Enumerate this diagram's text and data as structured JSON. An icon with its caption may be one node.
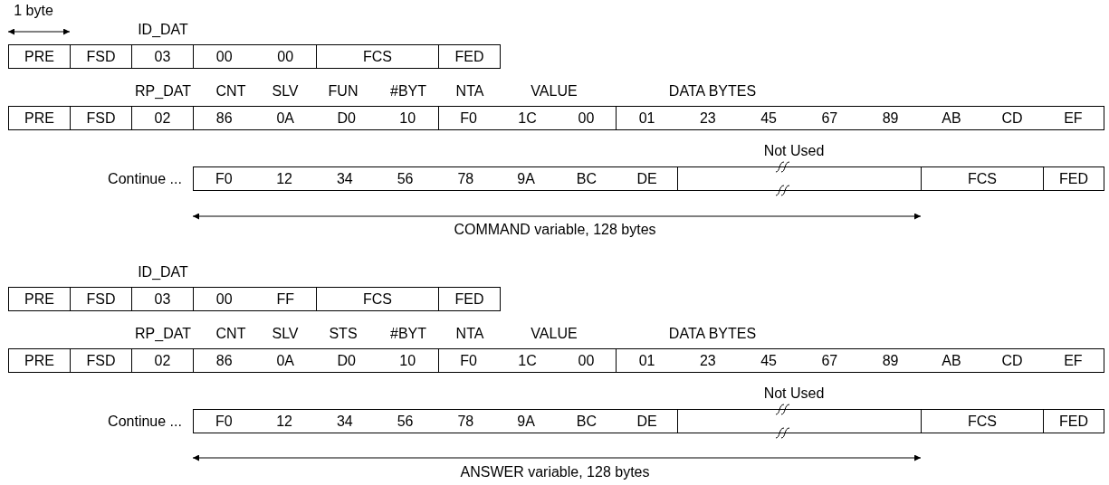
{
  "diagram": {
    "nodes": [
      {
        "text": [
          "PRE"
        ]
      },
      {
        "text": [
          "FSD"
        ]
      },
      {
        "text": [
          "03"
        ]
      },
      {
        "text": [
          "00",
          "00"
        ]
      },
      {
        "text": [
          "FCS"
        ]
      },
      {
        "text": [
          "FED"
        ]
      },
      {
        "text": [
          "PRE"
        ]
      },
      {
        "text": [
          "FSD"
        ]
      },
      {
        "text": [
          "02"
        ]
      },
      {
        "text": [
          "86",
          "0A",
          "D0",
          "10"
        ]
      },
      {
        "text": [
          "F0",
          "1C",
          "00"
        ]
      },
      {
        "text": [
          "01",
          "23",
          "45",
          "67",
          "89",
          "AB",
          "CD",
          "EF"
        ]
      },
      {
        "text": [
          "F0",
          "12",
          "34",
          "56",
          "78",
          "9A",
          "BC",
          "DE"
        ]
      },
      {
        "text": [],
        "shape": "box"
      },
      {
        "text": [
          "FCS"
        ]
      },
      {
        "text": [
          "FED"
        ]
      },
      {
        "text": [
          "PRE"
        ]
      },
      {
        "text": [
          "FSD"
        ]
      },
      {
        "text": [
          "03"
        ]
      },
      {
        "text": [
          "00",
          "FF"
        ]
      },
      {
        "text": [
          "FCS"
        ]
      },
      {
        "text": [
          "FED"
        ]
      },
      {
        "text": [
          "PRE"
        ]
      },
      {
        "text": [
          "FSD"
        ]
      },
      {
        "text": [
          "02"
        ]
      },
      {
        "text": [
          "86",
          "0A",
          "D0",
          "10"
        ]
      },
      {
        "text": [
          "F0",
          "1C",
          "00"
        ]
      },
      {
        "text": [
          "01",
          "23",
          "45",
          "67",
          "89",
          "AB",
          "CD",
          "EF"
        ]
      },
      {
        "text": [
          "F0",
          "12",
          "34",
          "56",
          "78",
          "9A",
          "BC",
          "DE"
        ]
      },
      {
        "text": [],
        "shape": "box"
      },
      {
        "text": [
          "FCS"
        ]
      },
      {
        "text": [
          "FED"
        ]
      }
    ],
    "edges": [],
    "labels": [
      "1 byte",
      "ID_DAT",
      "RP_DAT",
      "CNT",
      "SLV",
      "FUN",
      "#BYT",
      "NTA",
      "VALUE",
      "DATA BYTES",
      "Not Used",
      "Continue ...",
      "COMMAND variable, 128 bytes",
      "ID_DAT",
      "RP_DAT",
      "CNT",
      "SLV",
      "STS",
      "#BYT",
      "NTA",
      "VALUE",
      "DATA BYTES",
      "Not Used",
      "Continue ...",
      "ANSWER variable, 128 bytes"
    ]
  }
}
